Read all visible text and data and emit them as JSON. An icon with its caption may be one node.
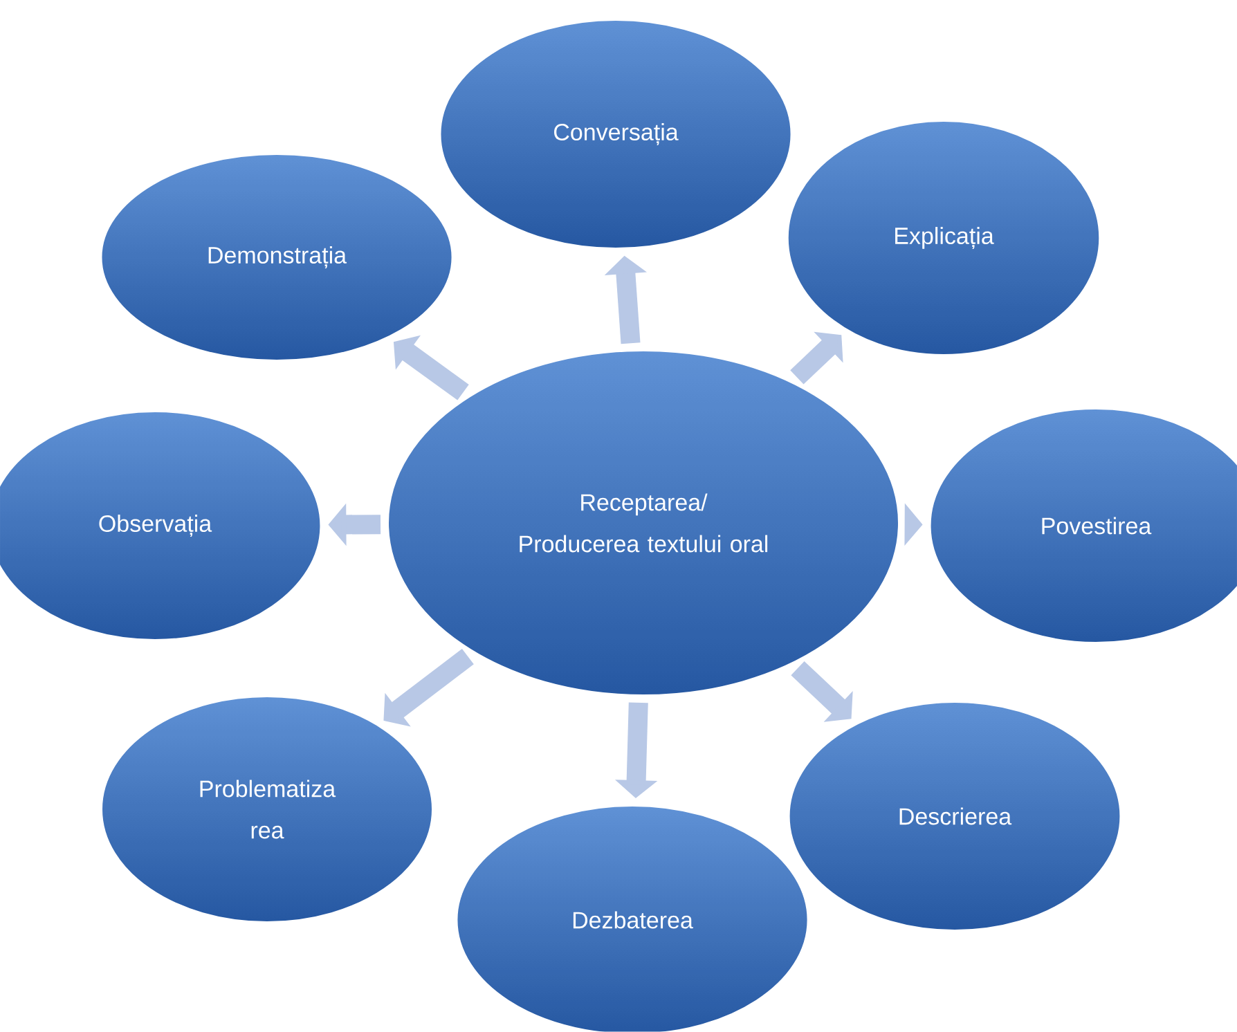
{
  "diagram": {
    "nodes": [
      {
        "text": [
          "Receptarea/ Producerea textului oral"
        ]
      },
      {
        "text": [
          "Conversația"
        ]
      },
      {
        "text": [
          "Explicația"
        ]
      },
      {
        "text": [
          "Povestirea"
        ]
      },
      {
        "text": [
          "Descrierea"
        ]
      },
      {
        "text": [
          "Dezbaterea"
        ]
      },
      {
        "text": [
          "Problematiza rea"
        ]
      },
      {
        "text": [
          "Observația"
        ]
      },
      {
        "text": [
          "Demonstrația"
        ]
      }
    ],
    "edges": [
      {
        "from": 0,
        "to": 1,
        "arrow": "to"
      },
      {
        "from": 0,
        "to": 2,
        "arrow": "to"
      },
      {
        "from": 0,
        "to": 3,
        "arrow": "to"
      },
      {
        "from": 0,
        "to": 4,
        "arrow": "to"
      },
      {
        "from": 0,
        "to": 5,
        "arrow": "to"
      },
      {
        "from": 0,
        "to": 6,
        "arrow": "to"
      },
      {
        "from": 0,
        "to": 7,
        "arrow": "to"
      },
      {
        "from": 0,
        "to": 8,
        "arrow": "to"
      }
    ]
  }
}
